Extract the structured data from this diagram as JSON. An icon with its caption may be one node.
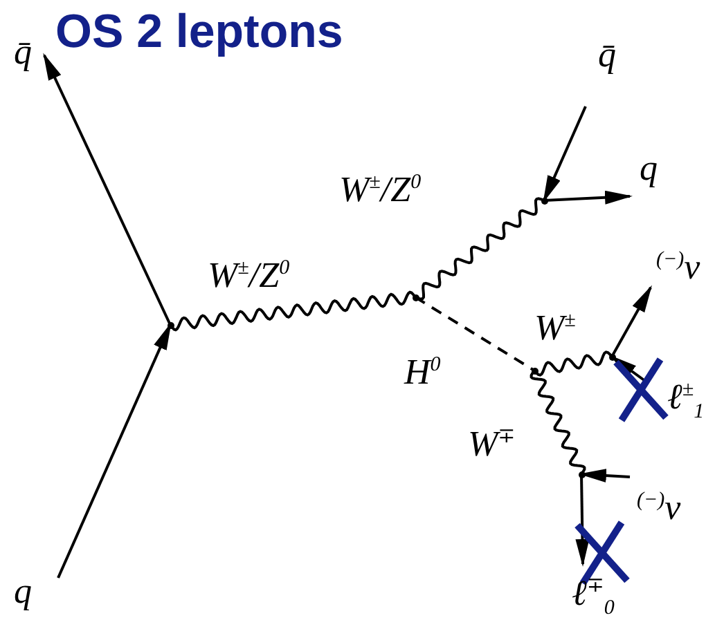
{
  "diagram": {
    "title": "OS 2 leptons",
    "nodes": [
      {
        "text": [
          "q̄"
        ]
      },
      {
        "text": [
          "q"
        ]
      },
      {
        "text": [],
        "shape": "point"
      },
      {
        "text": [],
        "shape": "point"
      },
      {
        "text": [],
        "shape": "point"
      },
      {
        "text": [
          "q̄"
        ]
      },
      {
        "text": [
          "q"
        ]
      },
      {
        "text": [],
        "shape": "point"
      },
      {
        "text": [],
        "shape": "point"
      },
      {
        "text": [
          "$^{(−)}$ν"
        ]
      },
      {
        "text": [
          "ℓ$^{±}$$_{1}$"
        ]
      },
      {
        "text": [],
        "shape": "point"
      },
      {
        "text": [
          "$^{(−)}$ν"
        ]
      },
      {
        "text": [
          "ℓ$^{∓}$$_{0}$"
        ]
      }
    ],
    "edges": [
      {
        "from": 2,
        "to": 0,
        "arrow": "to"
      },
      {
        "from": 1,
        "to": 2,
        "arrow": "to"
      },
      {
        "from": 2,
        "to": 3,
        "arrow": "none",
        "label": "W$^{±}$/Z$^{0}$"
      },
      {
        "from": 3,
        "to": 4,
        "arrow": "none",
        "label": "W$^{±}$/Z$^{0}$"
      },
      {
        "from": 5,
        "to": 4,
        "arrow": "to"
      },
      {
        "from": 4,
        "to": 6,
        "arrow": "to"
      },
      {
        "from": 3,
        "to": 7,
        "arrow": "none",
        "style": "dashed",
        "label": "H$^{0}$"
      },
      {
        "from": 7,
        "to": 8,
        "arrow": "none",
        "label": "W$^{±}$"
      },
      {
        "from": 7,
        "to": 11,
        "arrow": "none",
        "label": "W$^{∓}$"
      },
      {
        "from": 8,
        "to": 9,
        "arrow": "to"
      },
      {
        "from": 10,
        "to": 8,
        "arrow": "to"
      },
      {
        "from": 12,
        "to": 11,
        "arrow": "to"
      },
      {
        "from": 11,
        "to": 13,
        "arrow": "to"
      }
    ]
  }
}
